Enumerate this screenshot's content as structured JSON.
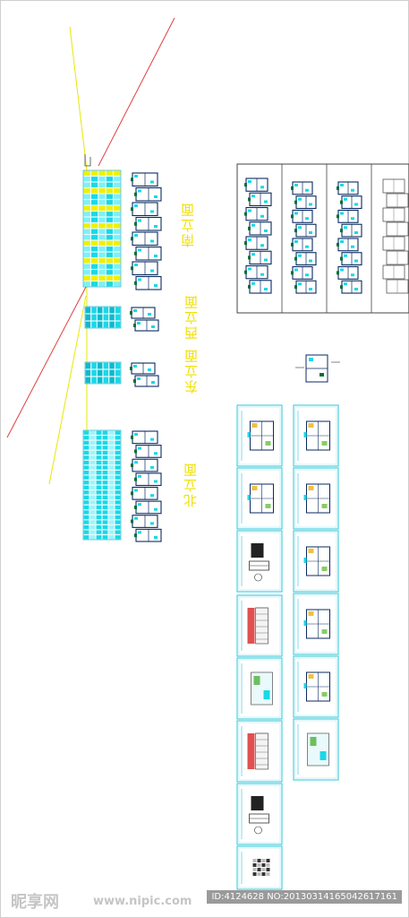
{
  "labels": {
    "south": "南立面",
    "west": "西立面",
    "east": "东立面",
    "north": "北立面"
  },
  "watermark": {
    "logo": "昵享网",
    "url": "www.nipic.com",
    "id": "ID:4124628 NO:20130314165042617161"
  },
  "colors": {
    "background": "#ffffff",
    "facade_cyan": "#19d8e8",
    "facade_yellow": "#f0f000",
    "plan_wall": "#0a2a60",
    "label_yellow": "#f0e000",
    "red_line": "#e03a3a",
    "sheet_border": "#29c4d8",
    "frame_gray": "#444444"
  }
}
